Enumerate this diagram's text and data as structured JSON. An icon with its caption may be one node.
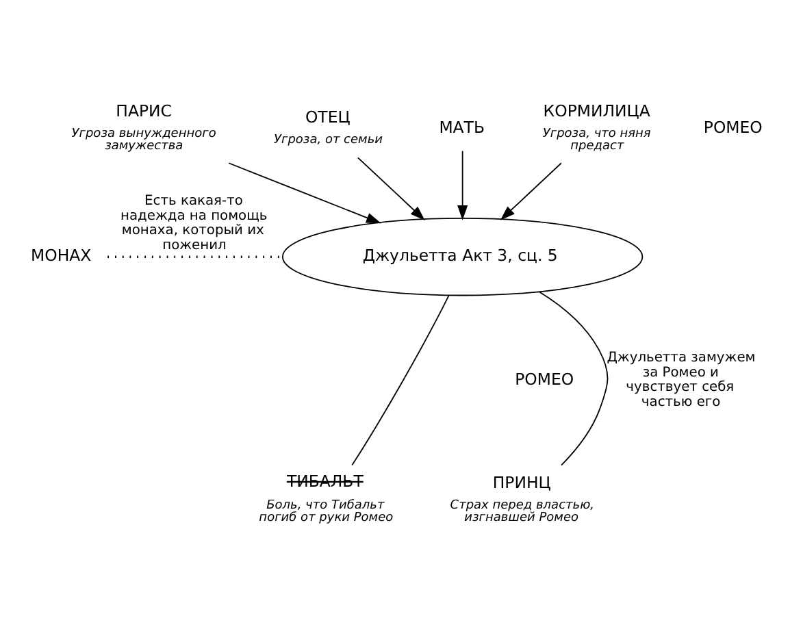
{
  "diagram": {
    "nodes": [
      {
        "text": [
          "Джульетта Акт 3, сц. 5"
        ]
      },
      {
        "text": [
          "ПАРИС"
        ],
        "beside": [
          "Угроза вынужденного замужества"
        ]
      },
      {
        "text": [
          "ОТЕЦ"
        ],
        "beside": [
          "Угроза, от семьи"
        ]
      },
      {
        "text": [
          "МАТЬ"
        ]
      },
      {
        "text": [
          "КОРМИЛИЦА"
        ],
        "beside": [
          "Угроза, что няня предаст"
        ]
      },
      {
        "text": [
          "ТИБАЛЬТ"
        ],
        "beside": [
          "Боль, что Тибальт погиб от руки Ромео"
        ]
      },
      {
        "text": [
          "МОНАХ"
        ]
      },
      {
        "text": [
          "ПРИНЦ"
        ],
        "beside": [
          "Страх перед властью, изгнавшей Ромео"
        ]
      }
    ],
    "edges": [
      {
        "from": 1,
        "to": 0,
        "arrow": "to"
      },
      {
        "from": 2,
        "to": 0,
        "arrow": "to"
      },
      {
        "from": 3,
        "to": 0,
        "arrow": "to"
      },
      {
        "from": 4,
        "to": 0,
        "arrow": "to"
      },
      {
        "from": 5,
        "to": 0,
        "arrow": "none"
      },
      {
        "from": 6,
        "to": 0,
        "arrow": "none",
        "style": "dashed",
        "label": "Есть какая-то надежда на помощь монаха, который их поженил"
      },
      {
        "from": 7,
        "to": 0,
        "arrow": "none",
        "label": "Джульетта замужем за Ромео и чувствует себя частью его"
      }
    ],
    "labels": [
      "РОМЕО",
      "РОМЕО"
    ]
  }
}
